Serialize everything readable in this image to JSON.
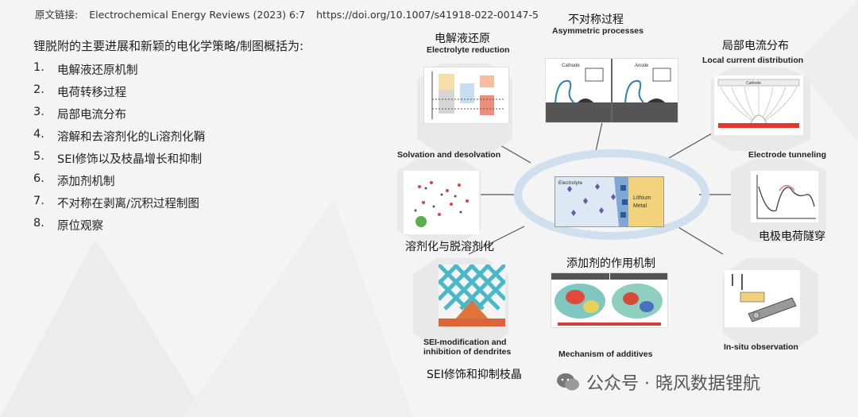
{
  "source": {
    "label": "原文链接:",
    "journal": "Electrochemical Energy Reviews (2023) 6:7",
    "doi": "https://doi.org/10.1007/s41918-022-00147-5"
  },
  "intro": "锂脱附的主要进展和新颖的电化学策略/制图概括为:",
  "list": [
    {
      "num": "1.",
      "text": "电解液还原机制"
    },
    {
      "num": "2.",
      "text": "电荷转移过程"
    },
    {
      "num": "3.",
      "text": "局部电流分布"
    },
    {
      "num": "4.",
      "text": "溶解和去溶剂化的Li溶剂化鞘"
    },
    {
      "num": "5.",
      "text": "SEI修饰以及枝晶增长和抑制"
    },
    {
      "num": "6.",
      "text": "添加剂机制"
    },
    {
      "num": "7.",
      "text": "不对称在剥离/沉积过程制图"
    },
    {
      "num": "8.",
      "text": "原位观察"
    }
  ],
  "diagram": {
    "electrolyte_reduction": {
      "cn": "电解液还原",
      "en": "Electrolyte reduction"
    },
    "asymmetric": {
      "cn": "不对称过程",
      "en": "Asymmetric processes",
      "cathode": "Cathode",
      "anode": "Anode"
    },
    "local_current": {
      "cn": "局部电流分布",
      "en": "Local current distribution",
      "cathode": "Cathode"
    },
    "solvation": {
      "cn": "溶剂化与脱溶剂化",
      "en": "Solvation and desolvation"
    },
    "tunneling": {
      "cn": "电极电荷隧穿",
      "en": "Electrode tunneling"
    },
    "center": {
      "electrolyte": "Electrolyte",
      "metal_line1": "Lithium",
      "metal_line2": "Metal"
    },
    "additives": {
      "cn": "添加剂的作用机制",
      "en": "Mechanism of additives"
    },
    "sei": {
      "cn": "SEI修饰和抑制枝晶",
      "en_line1": "SEI-modification  and",
      "en_line2": "inhibition of dendrites"
    },
    "insitu": {
      "en": "In-situ observation"
    }
  },
  "watermark": {
    "text": "公众号 · 晓风数据锂航"
  }
}
